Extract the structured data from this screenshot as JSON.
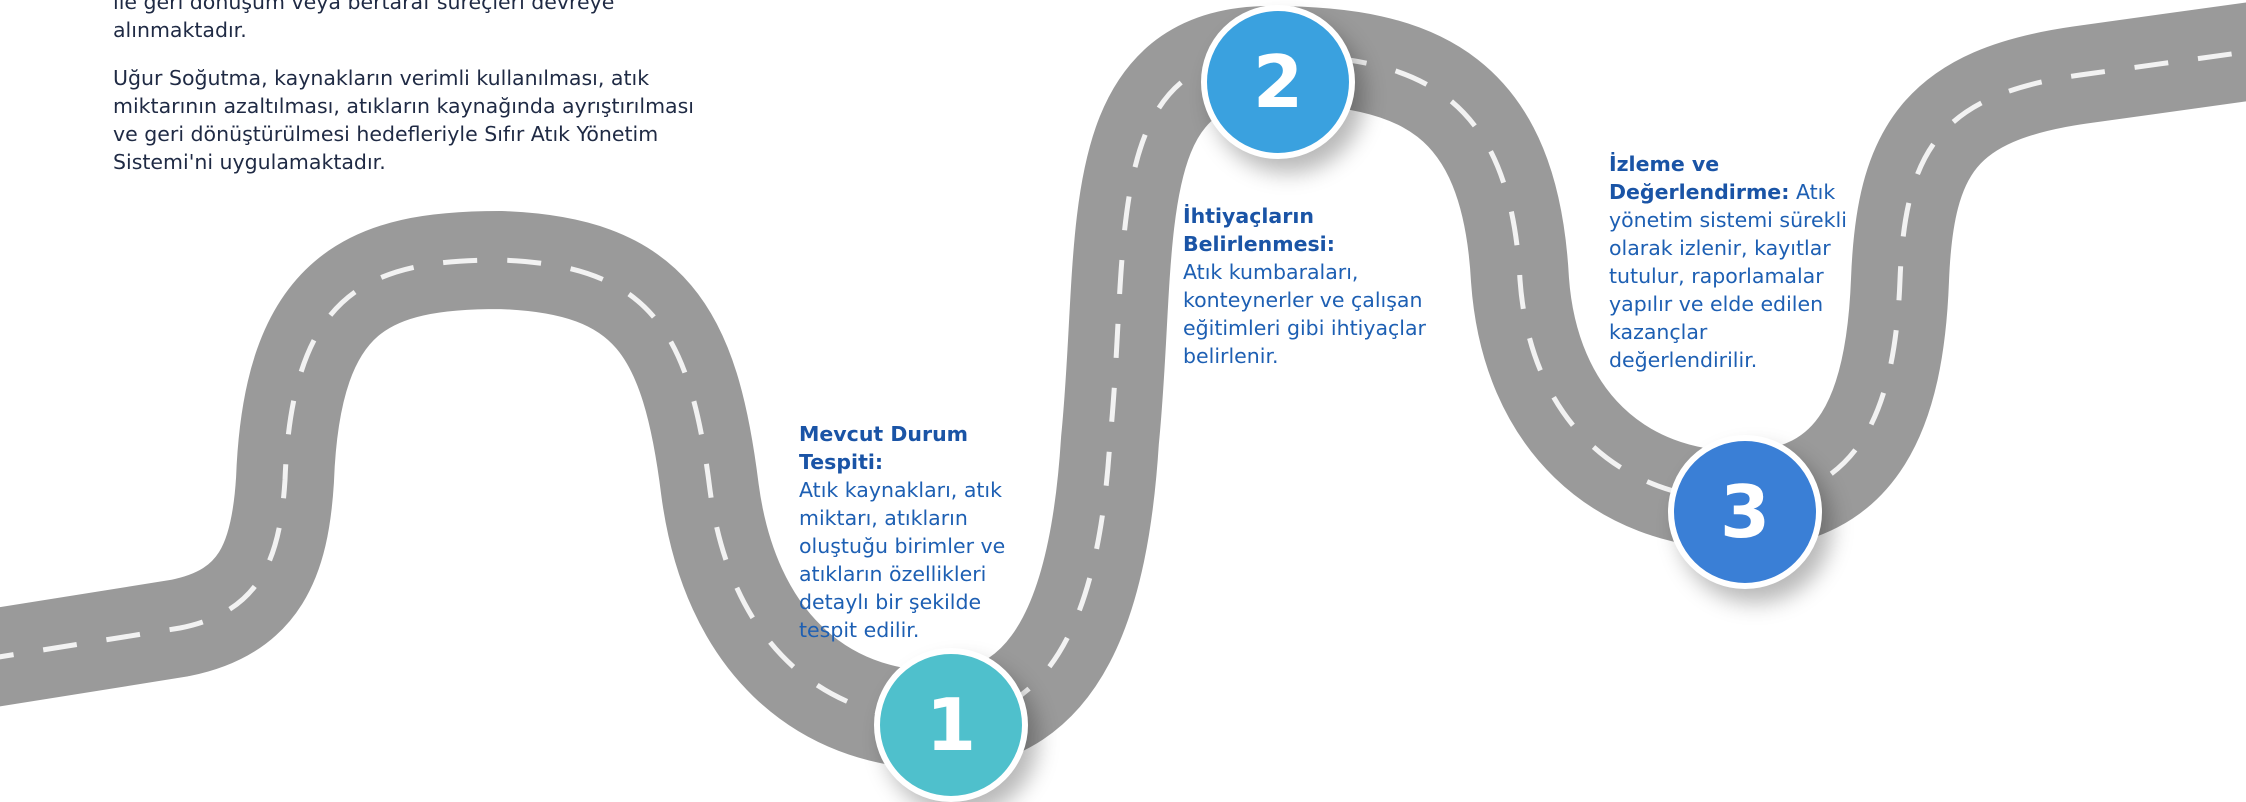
{
  "intro": {
    "paragraph1_line1": "ile geri dönüşüm veya bertaraf süreçleri devreye",
    "paragraph1_line2": "alınmaktadır.",
    "paragraph2": "Uğur Soğutma, kaynakların verimli kullanılması, atık miktarının azaltılması, atıkların kaynağında ayrıştırılması ve geri dönüştürülmesi hedefleriyle Sıfır Atık Yönetim Sistemi'ni uygulamaktadır."
  },
  "steps": [
    {
      "number": "1",
      "title": "Mevcut Durum Tespiti:",
      "body": "Atık kaynakları, atık miktarı, atıkların oluştuğu birimler ve atıkların özellikleri detaylı bir şekilde tespit edilir.",
      "color": "#4fc0cc"
    },
    {
      "number": "2",
      "title": "İhtiyaçların Belirlenmesi:",
      "body": "Atık kumbaraları, konteynerler ve çalışan eğitimleri gibi ihtiyaçlar belirlenir.",
      "color": "#3aa1df"
    },
    {
      "number": "3",
      "title": "İzleme ve Değerlendirme:",
      "body": "Atık yönetim sistemi sürekli olarak izlenir, kayıtlar tutulur, raporlamalar yapılır ve elde edilen kazançlar değerlendirilir.",
      "color": "#3a7fd6"
    }
  ],
  "road_color": "#9a9a9a",
  "road_marking_color": "#f2f2f2"
}
